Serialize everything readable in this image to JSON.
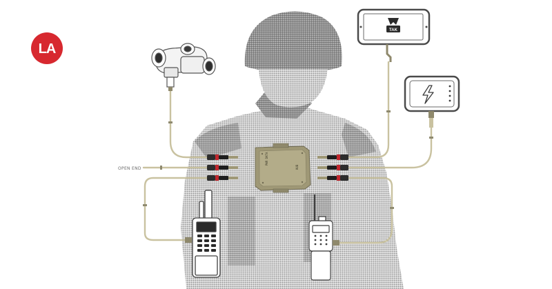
{
  "brand": {
    "logo_text": "LA",
    "logo_color": "#d7282f"
  },
  "labels": {
    "open_end": "OPEN END",
    "tak_badge": "TAK",
    "hub_text_1": "PWR DATA",
    "hub_text_2": "HUB"
  },
  "palette": {
    "cable": "#c9c2a0",
    "cable_dark": "#9d9576",
    "hub": "#9f9876",
    "hub_dark": "#6f6a52",
    "soldier": "#b9b9b9",
    "connector_red": "#c0272d"
  },
  "icons": {
    "night_vision": "night-vision-goggles-icon",
    "tablet": "tablet-icon",
    "battery": "battery-icon",
    "radio_left": "handheld-radio-icon",
    "radio_right": "handheld-radio-icon",
    "hub": "power-data-hub-icon"
  }
}
